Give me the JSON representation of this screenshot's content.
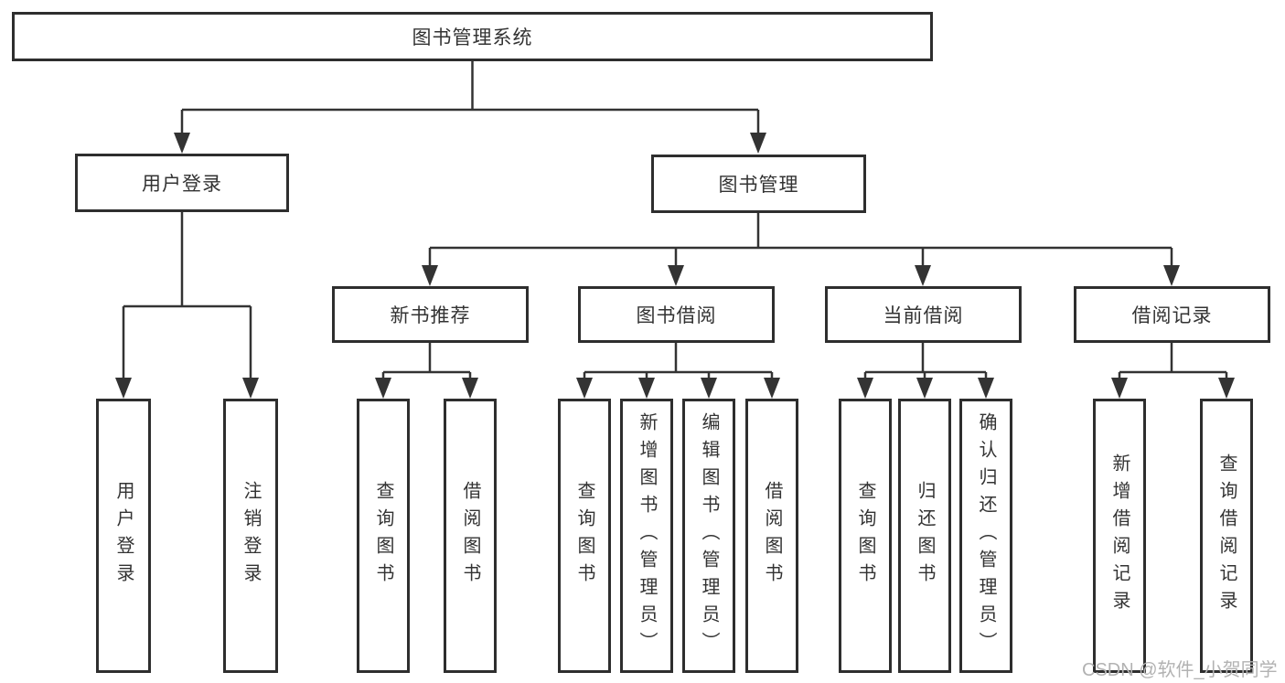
{
  "tree": {
    "label": "图书管理系统",
    "children": [
      {
        "label": "用户登录",
        "children": [
          {
            "label": "用户登录"
          },
          {
            "label": "注销登录"
          }
        ]
      },
      {
        "label": "图书管理",
        "children": [
          {
            "label": "新书推荐",
            "children": [
              {
                "label": "查询图书"
              },
              {
                "label": "借阅图书"
              }
            ]
          },
          {
            "label": "图书借阅",
            "children": [
              {
                "label": "查询图书"
              },
              {
                "label": "新增图书（管理员）"
              },
              {
                "label": "编辑图书（管理员）"
              },
              {
                "label": "借阅图书"
              }
            ]
          },
          {
            "label": "当前借阅",
            "children": [
              {
                "label": "查询图书"
              },
              {
                "label": "归还图书"
              },
              {
                "label": "确认归还（管理员）"
              }
            ]
          },
          {
            "label": "借阅记录",
            "children": [
              {
                "label": "新增借阅记录"
              },
              {
                "label": "查询借阅记录"
              }
            ]
          }
        ]
      }
    ]
  },
  "watermark": "CSDN @软件_小贺同学",
  "colors": {
    "line": "#333333",
    "box_border": "#2e2e2e",
    "text": "#333333",
    "watermark": "#b2b2b2",
    "background": "#ffffff"
  }
}
